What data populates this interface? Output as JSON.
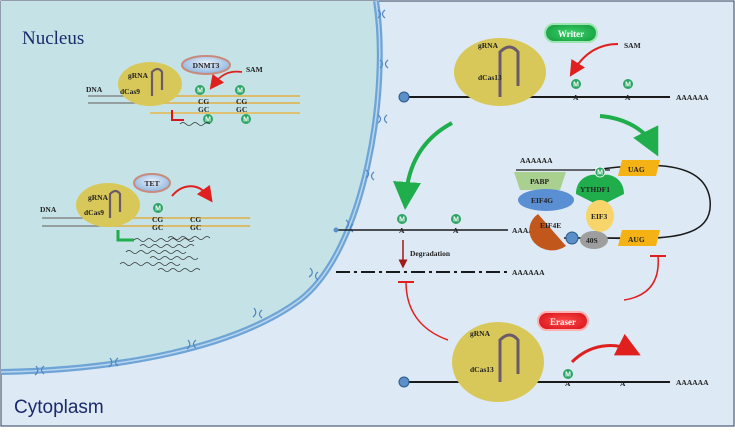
{
  "labels": {
    "nucleus": "Nucleus",
    "cytoplasm": "Cytoplasm",
    "dna1": "DNA",
    "dna2": "DNA",
    "grna1": "gRNA",
    "grna2": "gRNA",
    "grna3": "gRNA",
    "grna4": "gRNA",
    "dcas9_1": "dCas9",
    "dcas9_2": "dCas9",
    "dcas13_1": "dCas13",
    "dcas13_2": "dCas13",
    "dnmt3": "DNMT3",
    "tet": "TET",
    "sam1": "SAM",
    "sam2": "SAM",
    "writer": "Writer",
    "eraser": "Eraser",
    "degradation": "Degradation",
    "m": "M",
    "a": "A",
    "cg": "CG",
    "gc": "GC",
    "poly_a": "AAAAAA",
    "pabp": "PABP",
    "eif4g": "EIF4G",
    "eif4e": "EIF4E",
    "eif3": "EIF3",
    "ytdhf1": "YTHDF1",
    "s40": "40S",
    "uag": "UAG",
    "aug": "AUG"
  },
  "colors": {
    "nucleus_fill": "#c5e3e6",
    "cytoplasm_fill": "#dde9f4",
    "membrane": "#6fa5d6",
    "protein": "#d8c85a",
    "strand": "#e8b84a",
    "methyl": "#2aa563",
    "writer": "#23b04f",
    "eraser": "#e8242a",
    "arrow_red": "#e0201e",
    "arrow_green": "#1fae4b",
    "gold_box": "#f5b214"
  }
}
